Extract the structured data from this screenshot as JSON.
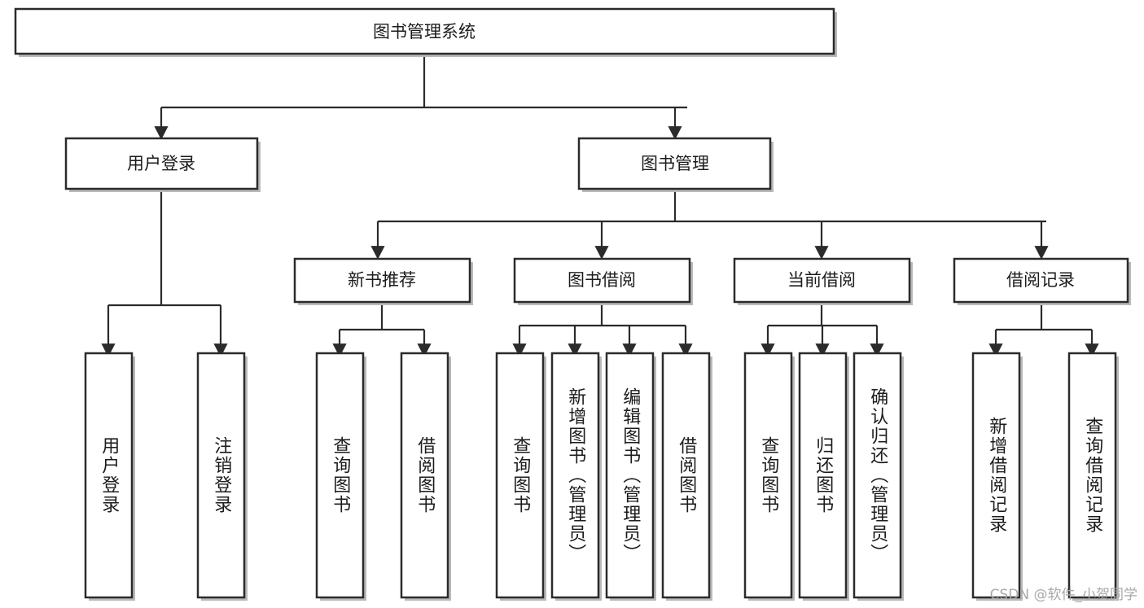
{
  "diagram": {
    "title": "图书管理系统",
    "type": "hierarchy-tree",
    "watermark": "CSDN @软件_小贺同学",
    "colors": {
      "box_stroke": "#2b2b2b",
      "box_fill": "#ffffff",
      "connector": "#2b2b2b",
      "text": "#1c1c1c",
      "watermark": "#a8a8a8",
      "shadow": "#b9b9b9"
    },
    "levels": {
      "root": {
        "label": "图书管理系统"
      },
      "level2": [
        {
          "id": "user-login",
          "label": "用户登录"
        },
        {
          "id": "book-management",
          "label": "图书管理"
        }
      ],
      "level3": [
        {
          "id": "new-book-recommend",
          "label": "新书推荐"
        },
        {
          "id": "book-borrow",
          "label": "图书借阅"
        },
        {
          "id": "current-borrow",
          "label": "当前借阅"
        },
        {
          "id": "borrow-record",
          "label": "借阅记录"
        }
      ],
      "leaves": {
        "user_login": [
          {
            "id": "leaf-user-login",
            "label": "用户登录"
          },
          {
            "id": "leaf-logout-login",
            "label": "注销登录"
          }
        ],
        "new_book_recommend": [
          {
            "id": "leaf-query-book-1",
            "label": "查询图书"
          },
          {
            "id": "leaf-borrow-book-1",
            "label": "借阅图书"
          }
        ],
        "book_borrow": [
          {
            "id": "leaf-query-book-2",
            "label": "查询图书"
          },
          {
            "id": "leaf-add-book",
            "label": "新增图书（管理员）"
          },
          {
            "id": "leaf-edit-book",
            "label": "编辑图书（管理员）"
          },
          {
            "id": "leaf-borrow-book-2",
            "label": "借阅图书"
          }
        ],
        "current_borrow": [
          {
            "id": "leaf-query-book-3",
            "label": "查询图书"
          },
          {
            "id": "leaf-return-book",
            "label": "归还图书"
          },
          {
            "id": "leaf-confirm-return",
            "label": "确认归还（管理员）"
          }
        ],
        "borrow_record": [
          {
            "id": "leaf-add-record",
            "label": "新增借阅记录"
          },
          {
            "id": "leaf-query-record",
            "label": "查询借阅记录"
          }
        ]
      }
    }
  }
}
